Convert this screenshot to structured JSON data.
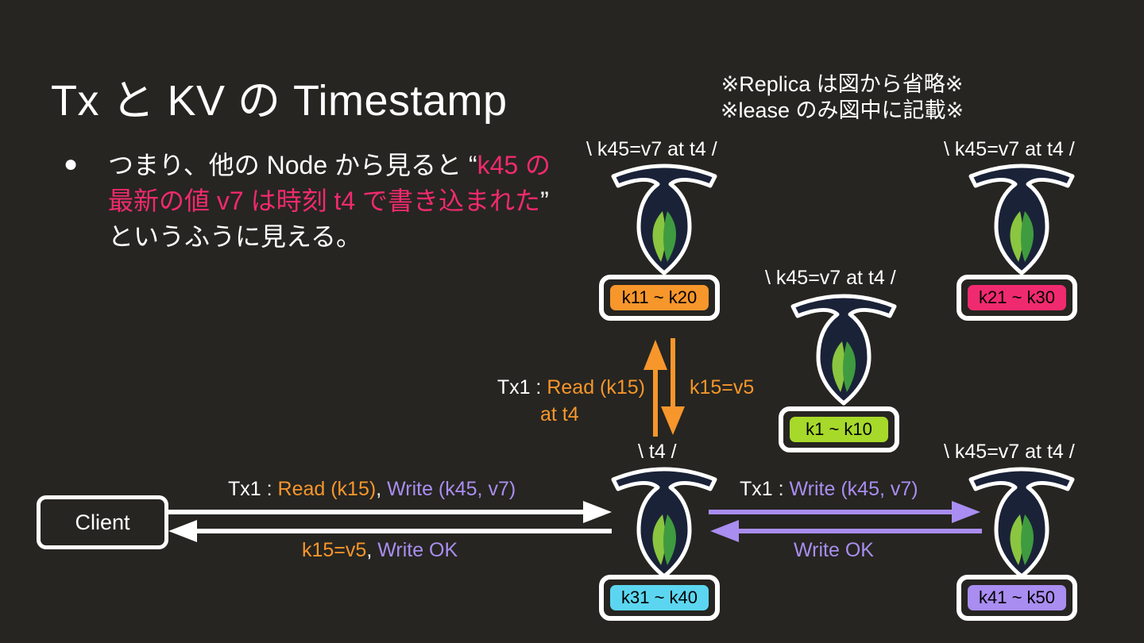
{
  "title": "Tx と KV の Timestamp",
  "notes": {
    "line1": "※Replica は図から省略※",
    "line2": "※lease のみ図中に記載※"
  },
  "bullet": {
    "marker": "●",
    "text_pre": "つまり、他の Node から見ると “",
    "text_highlight": "k45 の最新の値 v7 は時刻 t4 で書き込まれた",
    "text_post": "” というふうに見える。"
  },
  "nodes": {
    "n1": {
      "speech": "\\  k45=v7 at t4  /",
      "range": "k11 ~ k20",
      "color": "#f7962b"
    },
    "n2": {
      "speech": "\\  k45=v7 at t4  /",
      "range": "k21 ~ k30",
      "color": "#f02a6e"
    },
    "n3": {
      "speech": "\\  k45=v7 at t4  /",
      "range": "k1 ~ k10",
      "color": "#a6d92a"
    },
    "n4": {
      "speech": "\\  t4  /",
      "range": "k31 ~ k40",
      "color": "#5cd6f0"
    },
    "n5": {
      "speech": "\\  k45=v7 at t4  /",
      "range": "k41 ~ k50",
      "color": "#a98df0"
    }
  },
  "client": {
    "label": "Client"
  },
  "arrows": {
    "read_request": {
      "prefix": "Tx1 : ",
      "op": "Read (k15)",
      "suffix": "at t4"
    },
    "read_response": {
      "label": "k15=v5"
    },
    "client_request": {
      "prefix": "Tx1 : ",
      "read": "Read (k15)",
      "sep": ", ",
      "write": "Write (k45, v7)"
    },
    "client_response": {
      "read": "k15=v5",
      "sep": ", ",
      "write": "Write OK"
    },
    "write_request": {
      "prefix": "Tx1 : ",
      "write": "Write (k45, v7)"
    },
    "write_response": {
      "label": "Write OK"
    }
  },
  "colors": {
    "background": "#262521",
    "orange": "#f7962b",
    "purple": "#a98df0",
    "highlight": "#f02a6e",
    "logo_body": "#1a2238",
    "logo_leaf_light": "#8ac640",
    "logo_leaf_dark": "#3f9b3f"
  }
}
